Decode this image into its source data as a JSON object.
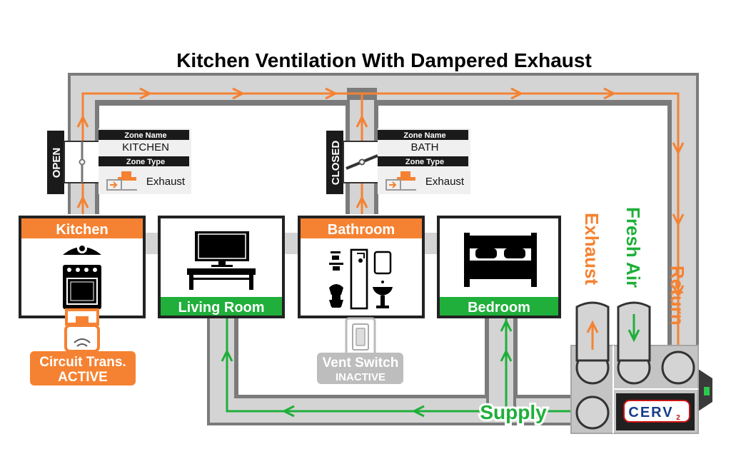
{
  "title": "Kitchen Ventilation With Dampered Exhaust",
  "colors": {
    "orange": "#F58232",
    "green": "#1FAF3A",
    "duct_gray": "#D2D2D2",
    "duct_edge": "#808080",
    "dark": "#1A1A1A"
  },
  "dampers": [
    {
      "state": "OPEN",
      "zone_name_label": "Zone Name",
      "zone_name": "KITCHEN",
      "zone_type_label": "Zone Type",
      "zone_type": "Exhaust"
    },
    {
      "state": "CLOSED",
      "zone_name_label": "Zone Name",
      "zone_name": "BATH",
      "zone_type_label": "Zone Type",
      "zone_type": "Exhaust"
    }
  ],
  "rooms": [
    {
      "label": "Kitchen",
      "icon": "stove-icon"
    },
    {
      "label": "Living Room",
      "icon": "tv-icon"
    },
    {
      "label": "Bathroom",
      "icon": "bathroom-icon"
    },
    {
      "label": "Bedroom",
      "icon": "bed-icon"
    }
  ],
  "devices": {
    "circuit": {
      "line1": "Circuit Trans.",
      "line2": "ACTIVE",
      "icon": "current-transducer-icon"
    },
    "switch": {
      "line1": "Vent Switch",
      "line2": "INACTIVE",
      "icon": "wall-switch-icon"
    }
  },
  "ducts": {
    "exhaust": "Exhaust",
    "fresh_air": "Fresh Air",
    "return": "Return",
    "supply": "Supply"
  },
  "unit": {
    "logo": "CERV",
    "logo_sub": "2",
    "icon": "cerv-unit-icon"
  }
}
